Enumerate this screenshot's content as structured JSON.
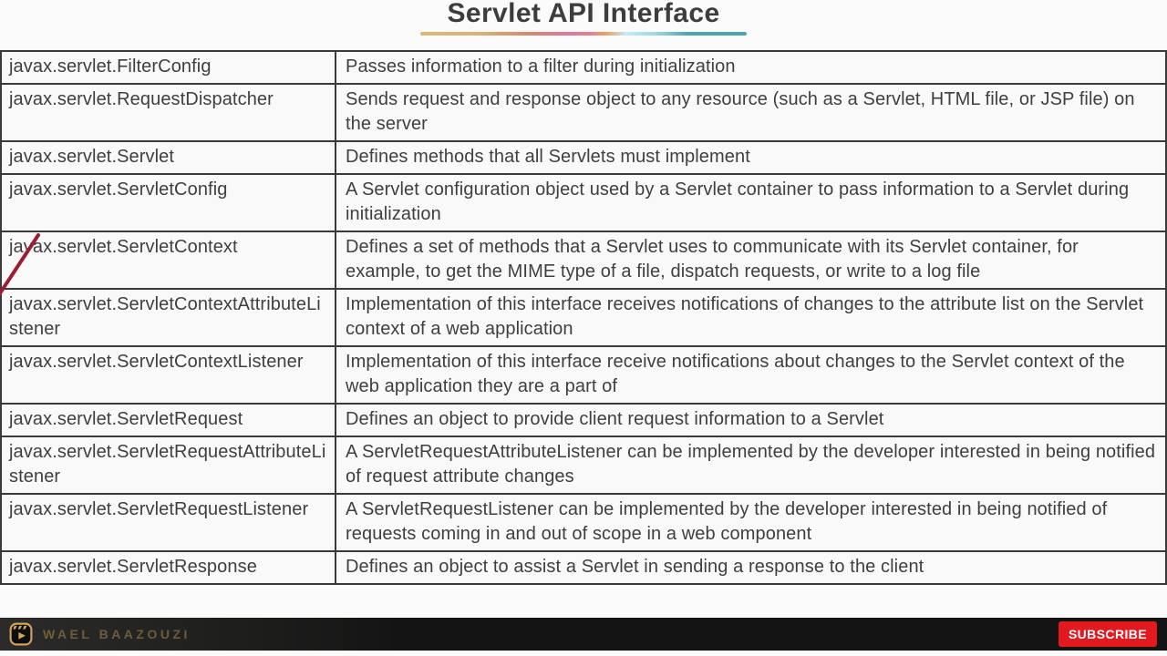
{
  "title": "Servlet API Interface",
  "table": {
    "rows": [
      {
        "interface": "javax.servlet.FilterConfig",
        "description": "Passes information to a filter during initialization"
      },
      {
        "interface": "javax.servlet.RequestDispatcher",
        "description": "Sends request and response object to any resource (such as a Servlet, HTML file, or JSP file) on the server"
      },
      {
        "interface": "javax.servlet.Servlet",
        "description": "Defines methods that all Servlets must implement"
      },
      {
        "interface": "javax.servlet.ServletConfig",
        "description": "A Servlet configuration object used by a Servlet container to pass information to a Servlet during initialization"
      },
      {
        "interface": "javax.servlet.ServletContext",
        "description": "Defines a set of methods that a Servlet uses to communicate with its Servlet container, for example, to get the MIME type of a file, dispatch requests, or write to a log file"
      },
      {
        "interface": "javax.servlet.ServletContextAttributeListener",
        "description": "Implementation of this interface receives notifications of changes to the attribute list on the Servlet context of a web application"
      },
      {
        "interface": "javax.servlet.ServletContextListener",
        "description": "Implementation of this interface receive notifications about changes to the Servlet context of the web application they are a part of"
      },
      {
        "interface": "javax.servlet.ServletRequest",
        "description": "Defines an object to provide client request information to a Servlet"
      },
      {
        "interface": "javax.servlet.ServletRequestAttributeListener",
        "description": "A ServletRequestAttributeListener can be implemented by the developer interested in being notified of request attribute changes"
      },
      {
        "interface": "javax.servlet.ServletRequestListener",
        "description": "A ServletRequestListener can be implemented by the developer interested in being notified of requests coming in and out of scope in a web component"
      },
      {
        "interface": "javax.servlet.ServletResponse",
        "description": "Defines an object to assist a Servlet in sending a response to the client"
      }
    ]
  },
  "footer": {
    "channel_name": "WAEL BAAZOUZI",
    "subscribe_label": "SUBSCRIBE"
  },
  "colors": {
    "subscribe_red": "#e2191f",
    "pen_red": "#9b1c33",
    "logo_gold": "#cfa55f",
    "text": "#3f3f3f",
    "underline_gradient": [
      "#ddba77",
      "#d28a71",
      "#e2789a",
      "#e8a263",
      "#c3ecef",
      "#4fa4b6"
    ]
  }
}
